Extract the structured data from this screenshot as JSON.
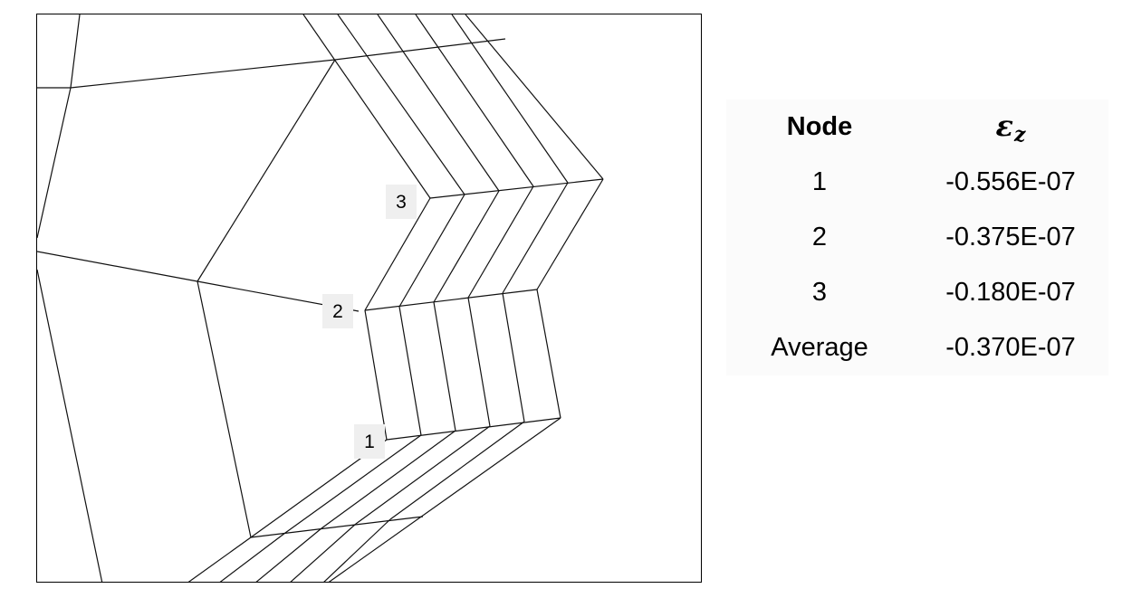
{
  "node_labels": [
    "1",
    "2",
    "3"
  ],
  "table": {
    "header_node": "Node",
    "header_strain_symbol": "ε",
    "header_strain_subscript": "z",
    "rows": [
      {
        "node": "1",
        "value": "-0.556E-07"
      },
      {
        "node": "2",
        "value": "-0.375E-07"
      },
      {
        "node": "3",
        "value": "-0.180E-07"
      },
      {
        "node": "Average",
        "value": "-0.370E-07"
      }
    ]
  }
}
